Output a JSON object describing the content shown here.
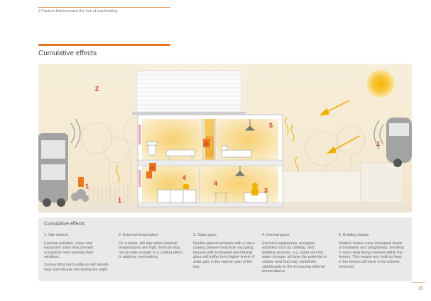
{
  "header": {
    "section_label": "3 Factors that increase the risk of overheating"
  },
  "section": {
    "title": "Cumulative effects"
  },
  "illustration": {
    "numbers": {
      "road": "1",
      "car": "1",
      "bus": "1",
      "sky": "2",
      "bedroom_upper_right": "5",
      "living_right": "3",
      "cylinder_cupboard": "4",
      "kitchen_left": "4",
      "kitchen_center": "4",
      "living_lamp": "4"
    },
    "colors": {
      "accent": "#e87722",
      "number": "#c8362b",
      "heat_glow": "#f3c968",
      "sky_wash": "#f6ecd5",
      "panel": "#e9e9ec"
    }
  },
  "panel": {
    "title": "Cumulative effects",
    "columns": [
      {
        "title": "1.  Site context",
        "paragraphs": [
          "External pollution, noise and excessive noise may prevent occupants from opening their windows.",
          "Surrounding hard surfaces will absorb heat and release this during the night."
        ]
      },
      {
        "title": "2.  External temperature",
        "paragraphs": [
          "On a warm, still day when external temperatures are high, fresh air may not provide enough of a cooling effect to address overheating."
        ]
      },
      {
        "title": "3. Solar gains",
        "paragraphs": [
          "Double-glazed windows with a low-e coating prevent heat from escaping. Houses with unshaded west-facing glass will suffer from higher levels of solar gain in the warmer part of the day."
        ]
      },
      {
        "title": "4. Internal gains",
        "paragraphs": [
          "Electrical appliances, occupant activities such as cooking, and building services, e.g. boiler and hot water storage, all have the potential to radiate heat that may contribute significantly to the increasing internal temperatures."
        ]
      },
      {
        "title": "5. Building design",
        "paragraphs": [
          "Modern homes have increased levels of insulation and airtightness, resulting in more heat being retained within the homes. This means any built-up heat in the homes will have to be actively removed."
        ]
      }
    ]
  },
  "footer": {
    "page_number": "16"
  }
}
